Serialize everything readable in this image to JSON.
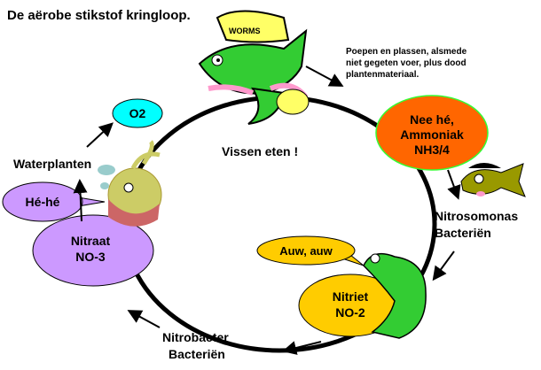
{
  "title": "De aërobe stikstof kringloop.",
  "nodes": {
    "o2": "O2",
    "ammonia": [
      "Nee hé,",
      "Ammoniak",
      "NH3/4"
    ],
    "nitrite": [
      "Nitriet",
      "NO-2"
    ],
    "nitrate": [
      "Nitraat",
      "NO-3"
    ]
  },
  "labels": {
    "waste": [
      "Poepen en plassen, alsmede",
      "niet gegeten voer, plus dood",
      "plantenmateriaal."
    ],
    "fish_eat": "Vissen eten !",
    "nitrosomonas": [
      "Nitrosomonas",
      "Bacteriën"
    ],
    "nitrobacter": [
      "Nitrobacter",
      "Bacteriën"
    ],
    "waterplants": "Waterplanten"
  },
  "bubbles": {
    "lizard": "Auw, auw",
    "creature": "Hé-hé"
  },
  "hat_text": "WORMS",
  "colors": {
    "o2": "#00ffff",
    "ammonia": "#ff6600",
    "nitrite": "#ffcc00",
    "nitrate": "#cc99ff",
    "fish": "#33cc33"
  }
}
